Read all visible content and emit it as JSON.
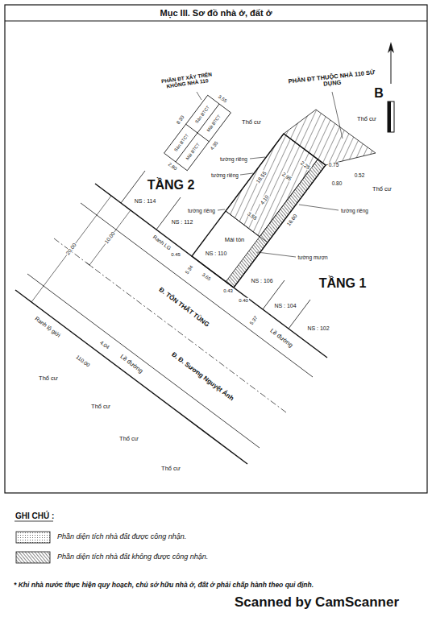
{
  "diagram": {
    "title": "Mục III. Sơ đồ nhà ở, đất ở",
    "labels": [
      "PHẦN ĐT XÂY TRÊN KHÔNG NHÀ 110",
      "Sàn BTCT",
      "Sàn BTCT",
      "Mái BTCT",
      "Mái BTCT",
      "8.30",
      "4.35",
      "2.80",
      "3.55",
      "PHẦN ĐT THUỘC NHÀ 110 SỬ DỤNG",
      "B",
      "Thổ cư",
      "Thổ cư",
      "Thổ cư",
      "TẦNG 2",
      "TẦNG 1",
      "tường riêng",
      "tường riêng",
      "tường riêng",
      "tường riêng",
      "tường mượn",
      "NS : 114",
      "NS : 112",
      "NS : 110",
      "Mái tôn",
      "NS : 106",
      "NS : 104",
      "NS : 102",
      "Ranh LG",
      "18.55",
      "4.10",
      "3.55",
      "2.95",
      "2.25",
      "16.60",
      "0.75",
      "0.80",
      "0.52",
      "0.45",
      "5.34",
      "3.65",
      "0.43",
      "0.40",
      "5.37",
      "Lề đường",
      "Đ. TÔN THẤT TÙNG",
      "Đ. Đ. Sương Nguyệt Ánh",
      "Lề đường",
      "4.04",
      "110.00",
      "Ranh lộ giới",
      "20.00",
      "10.00",
      "Thổ cư",
      "Thổ cư",
      "Thổ cư",
      "Thổ cư",
      "GHI CHÚ :",
      "* Khi nhà nước thực hiện quy hoạch, chủ sở hữu nhà ở, đất ở phải chấp hành theo qui định.",
      "Scanned by CamScanner"
    ],
    "legend": [
      {
        "text": "Phần diện tích nhà đất được công nhận."
      },
      {
        "text": "Phần diện tích nhà đất không được công nhận."
      }
    ]
  }
}
